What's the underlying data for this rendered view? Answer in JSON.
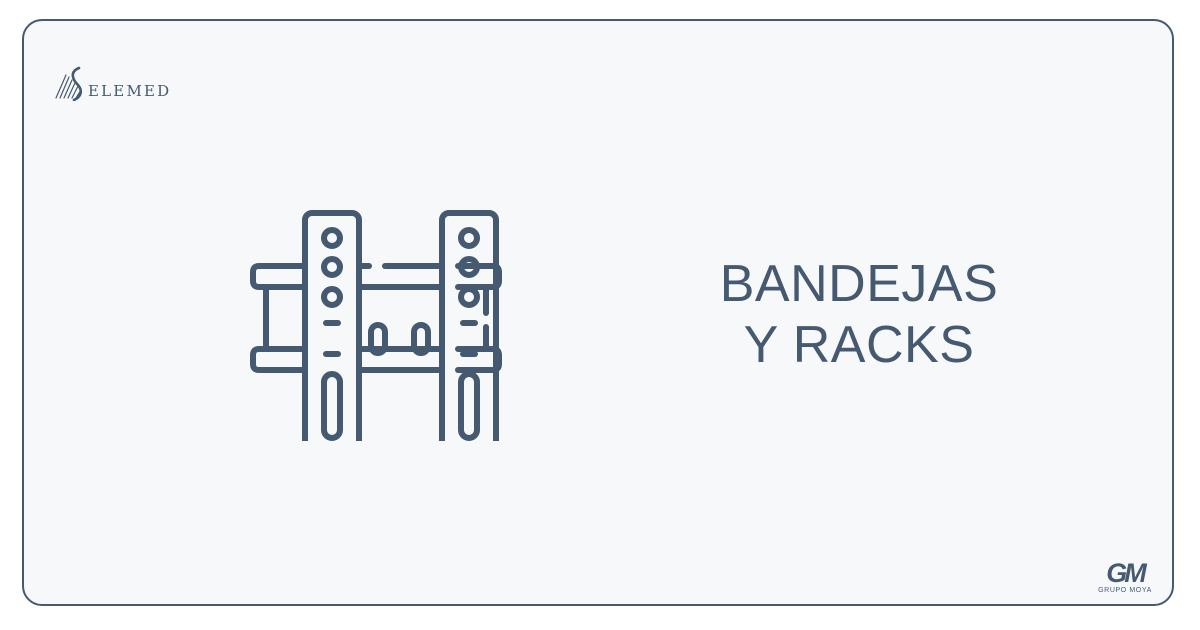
{
  "brand": {
    "name": "ELEMED",
    "mark_icon": "selemed-wave-icon"
  },
  "product": {
    "icon": "tv-wall-mount-icon"
  },
  "heading": {
    "line1": "BANDEJAS",
    "line2": "Y RACKS"
  },
  "group": {
    "mark": "GM",
    "name": "GRUPO MOYA"
  },
  "colors": {
    "accent": "#455a70",
    "background": "#f7f8fa",
    "frame": "#455a70"
  }
}
